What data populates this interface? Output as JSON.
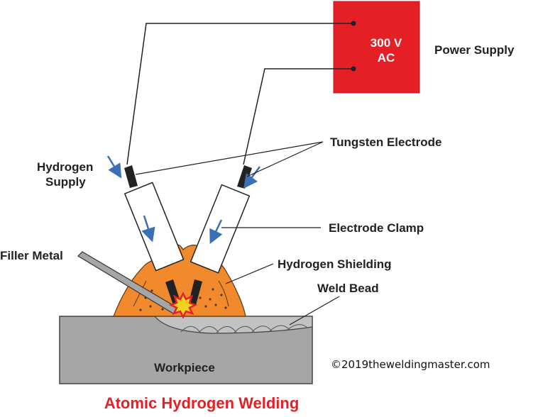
{
  "power_supply": {
    "voltage": "300 V",
    "type": "AC",
    "label": "Power Supply"
  },
  "labels": {
    "tungsten_electrode": "Tungsten Electrode",
    "hydrogen_supply_line1": "Hydrogen",
    "hydrogen_supply_line2": "Supply",
    "electrode_clamp": "Electrode Clamp",
    "filler_metal": "Filler Metal",
    "hydrogen_shielding": "Hydrogen Shielding",
    "weld_bead": "Weld Bead",
    "workpiece": "Workpiece"
  },
  "copyright": "©2019theweldingmaster.com",
  "title": "Atomic Hydrogen Welding",
  "colors": {
    "power_supply": "#e41f26",
    "shielding": "#f08a2c",
    "workpiece": "#a6a6a6",
    "arrow": "#3b6fb6",
    "title": "#e41f26"
  }
}
